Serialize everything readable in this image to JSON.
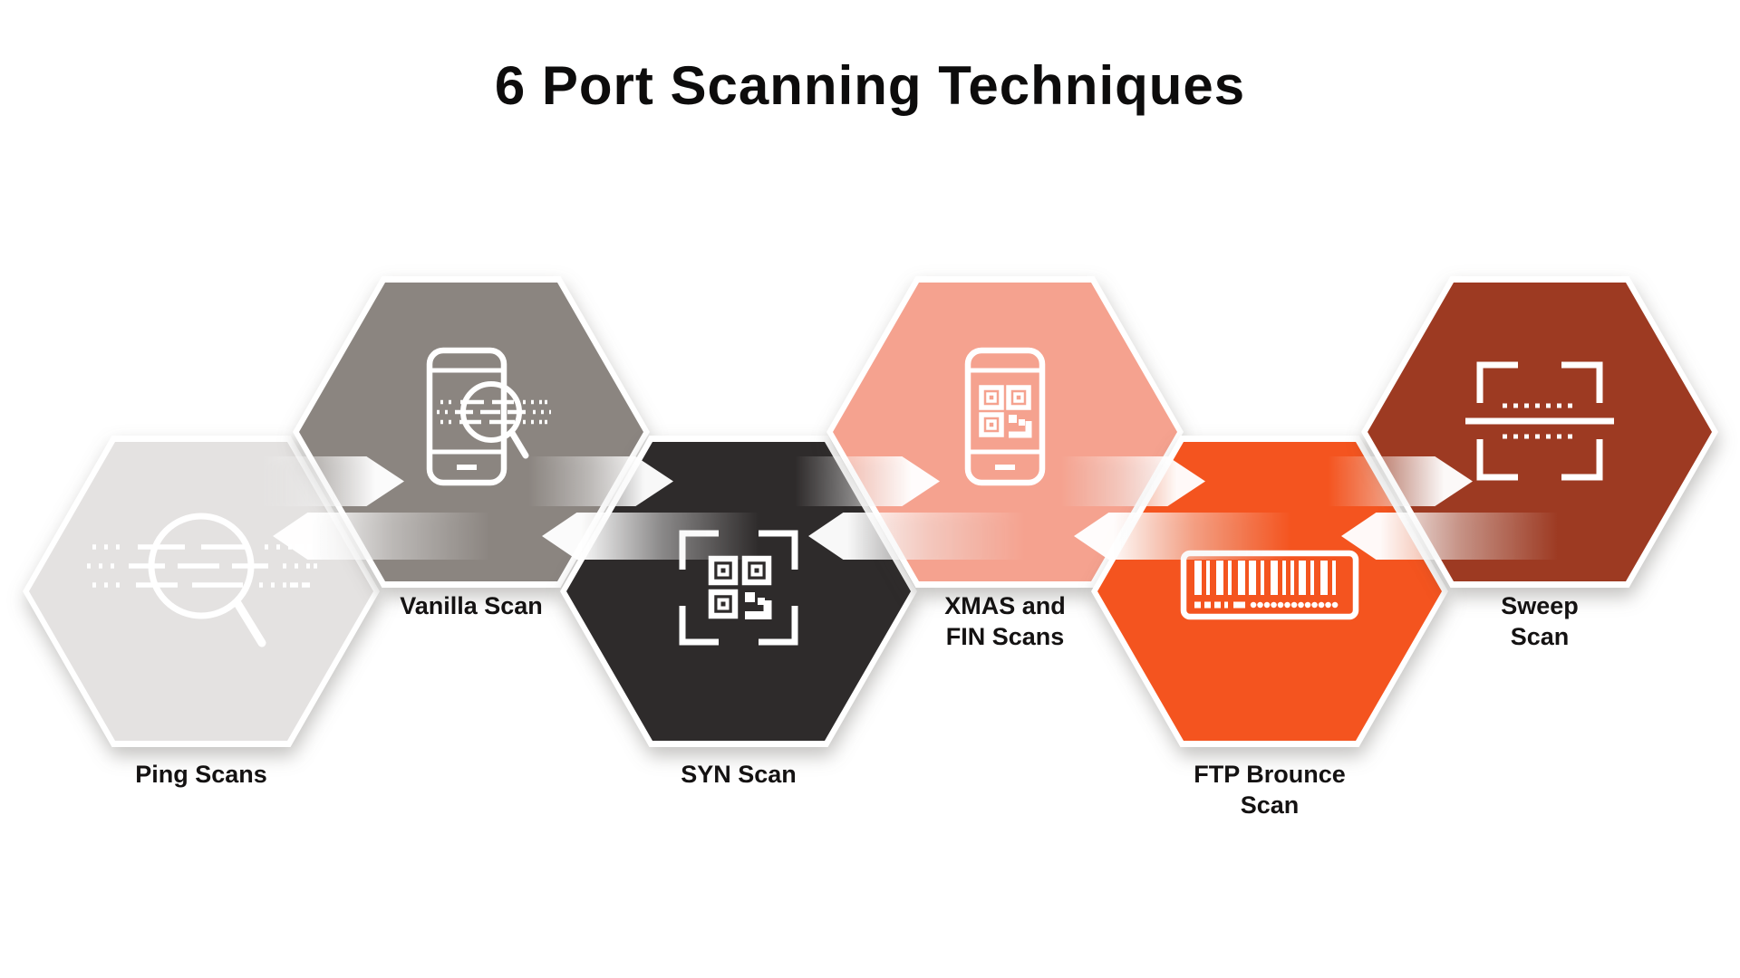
{
  "title": "6 Port Scanning Techniques",
  "background_color": "#ffffff",
  "text_color": "#141212",
  "connector_arrow_color": "#ffffff",
  "icon_stroke_color": "#ffffff",
  "steps": [
    {
      "id": "ping-scans",
      "lines": [
        "Ping Scans"
      ],
      "color": "#e4e2e1",
      "icon": "search-scan-icon",
      "row": "lower"
    },
    {
      "id": "vanilla-scan",
      "lines": [
        "Vanilla Scan"
      ],
      "color": "#8b8580",
      "icon": "phone-search-icon",
      "row": "upper"
    },
    {
      "id": "syn-scan",
      "lines": [
        "SYN Scan"
      ],
      "color": "#2e2b2b",
      "icon": "qr-scan-frame-icon",
      "row": "lower"
    },
    {
      "id": "xmas-fin-scans",
      "lines": [
        "XMAS and",
        "FIN Scans"
      ],
      "color": "#f5a28f",
      "icon": "phone-qr-icon",
      "row": "upper"
    },
    {
      "id": "ftp-brounce-scan",
      "lines": [
        "FTP Brounce",
        "Scan"
      ],
      "color": "#f4541f",
      "icon": "barcode-icon",
      "row": "lower"
    },
    {
      "id": "sweep-scan",
      "lines": [
        "Sweep",
        "Scan"
      ],
      "color": "#9d3a22",
      "icon": "scan-frame-icon",
      "row": "upper"
    }
  ]
}
